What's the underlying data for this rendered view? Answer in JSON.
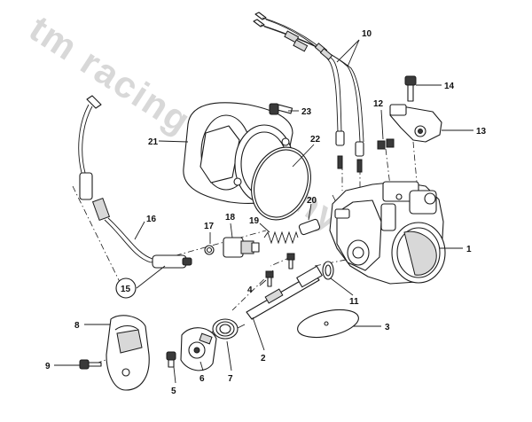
{
  "watermark": "tm racing germany",
  "callouts": {
    "p1": "1",
    "p2": "2",
    "p3": "3",
    "p4": "4",
    "p5": "5",
    "p6": "6",
    "p7": "7",
    "p8": "8",
    "p9": "9",
    "p10": "10",
    "p11": "11",
    "p12": "12",
    "p13": "13",
    "p14": "14",
    "p15": "15",
    "p16": "16",
    "p17": "17",
    "p18": "18",
    "p19": "19",
    "p20": "20",
    "p21": "21",
    "p22": "22",
    "p23": "23"
  }
}
